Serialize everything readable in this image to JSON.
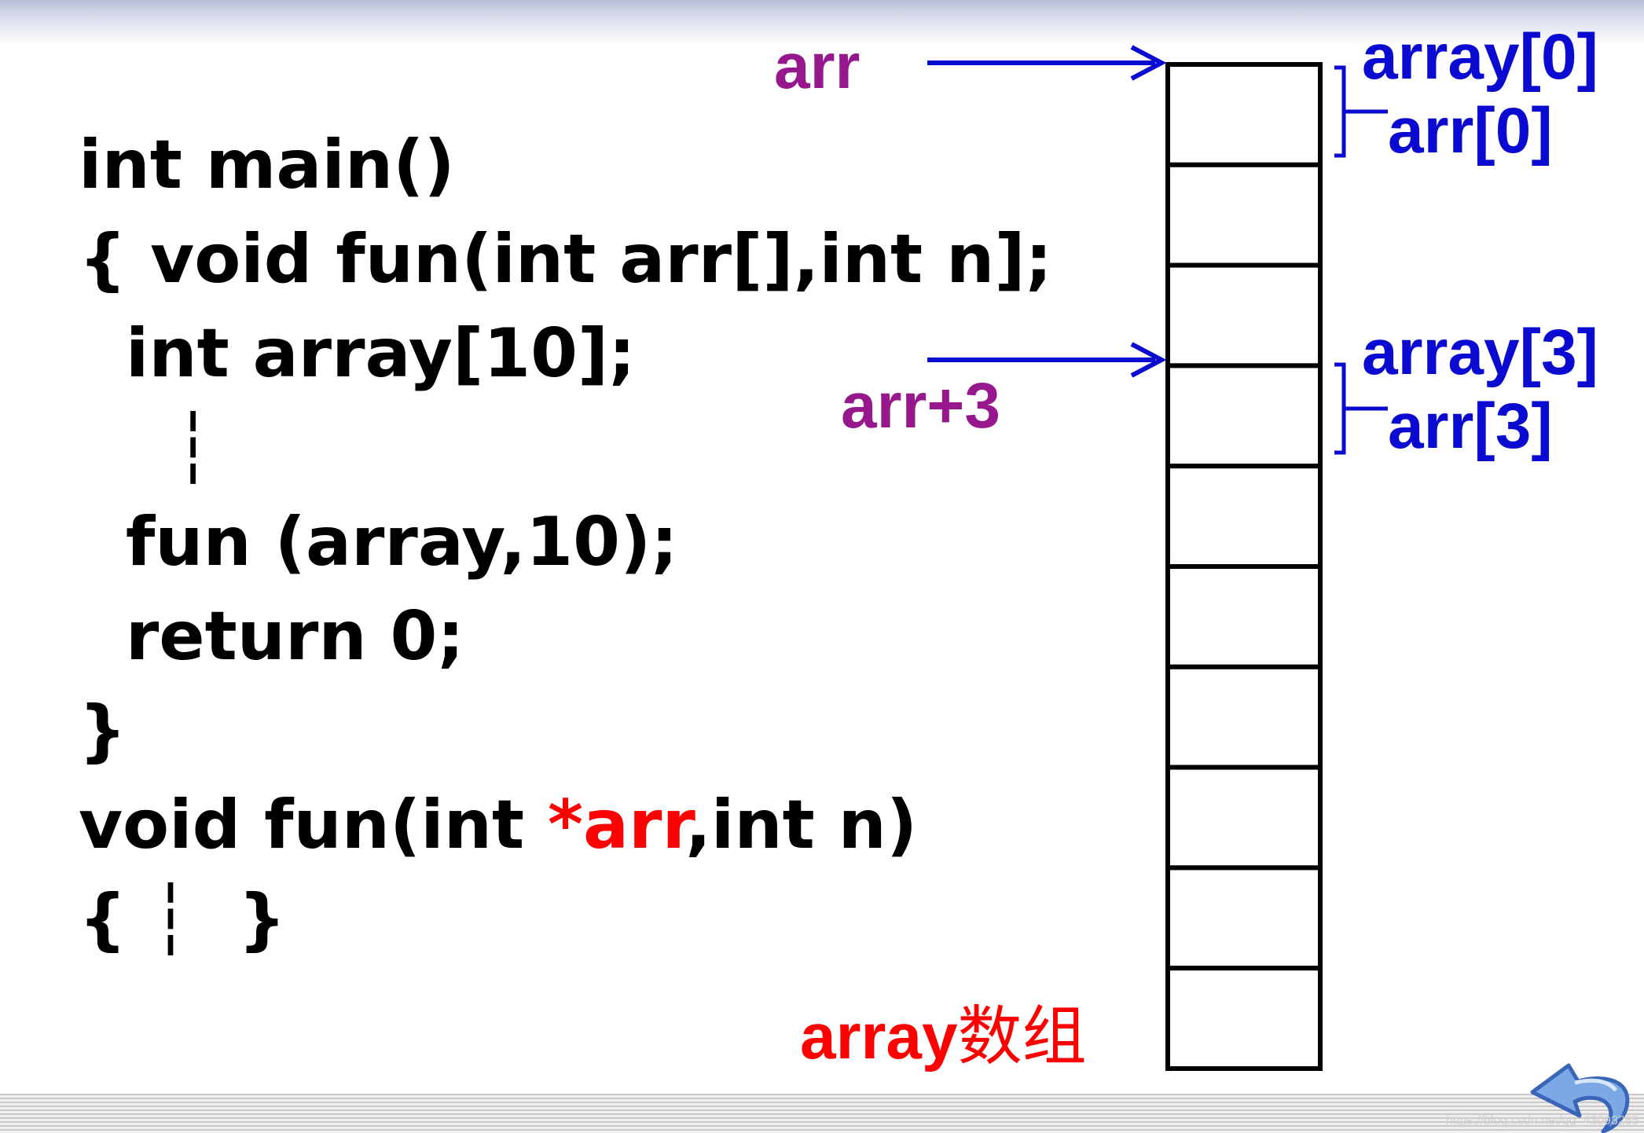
{
  "code": {
    "lines": [
      {
        "text": "int main()"
      },
      {
        "text": "{ void fun(int arr[],int n];"
      },
      {
        "text": "  int array[10];"
      },
      {
        "text": "    ┆"
      },
      {
        "text": "  fun (array,10);"
      },
      {
        "text": "  return 0;"
      },
      {
        "text": "}"
      },
      {
        "before": "void fun(int ",
        "highlight": "*arr",
        "after": ",int n)"
      },
      {
        "text": "{ ┆  }"
      }
    ]
  },
  "labels": {
    "arr": "arr",
    "arr_plus_3": "arr+3",
    "array0": "array[0]",
    "arr0": "arr[0]",
    "array3": "array[3]",
    "arr3": "arr[3]",
    "caption_en": "array",
    "caption_zh": "数组"
  },
  "array_cells": 10,
  "colors": {
    "pointer_label": "#97178c",
    "element_label": "#0a0ad0",
    "arrow": "#0a0ad0",
    "highlight": "#ff0000",
    "code": "#000000"
  },
  "icons": {
    "return": "return-arrow-icon"
  }
}
